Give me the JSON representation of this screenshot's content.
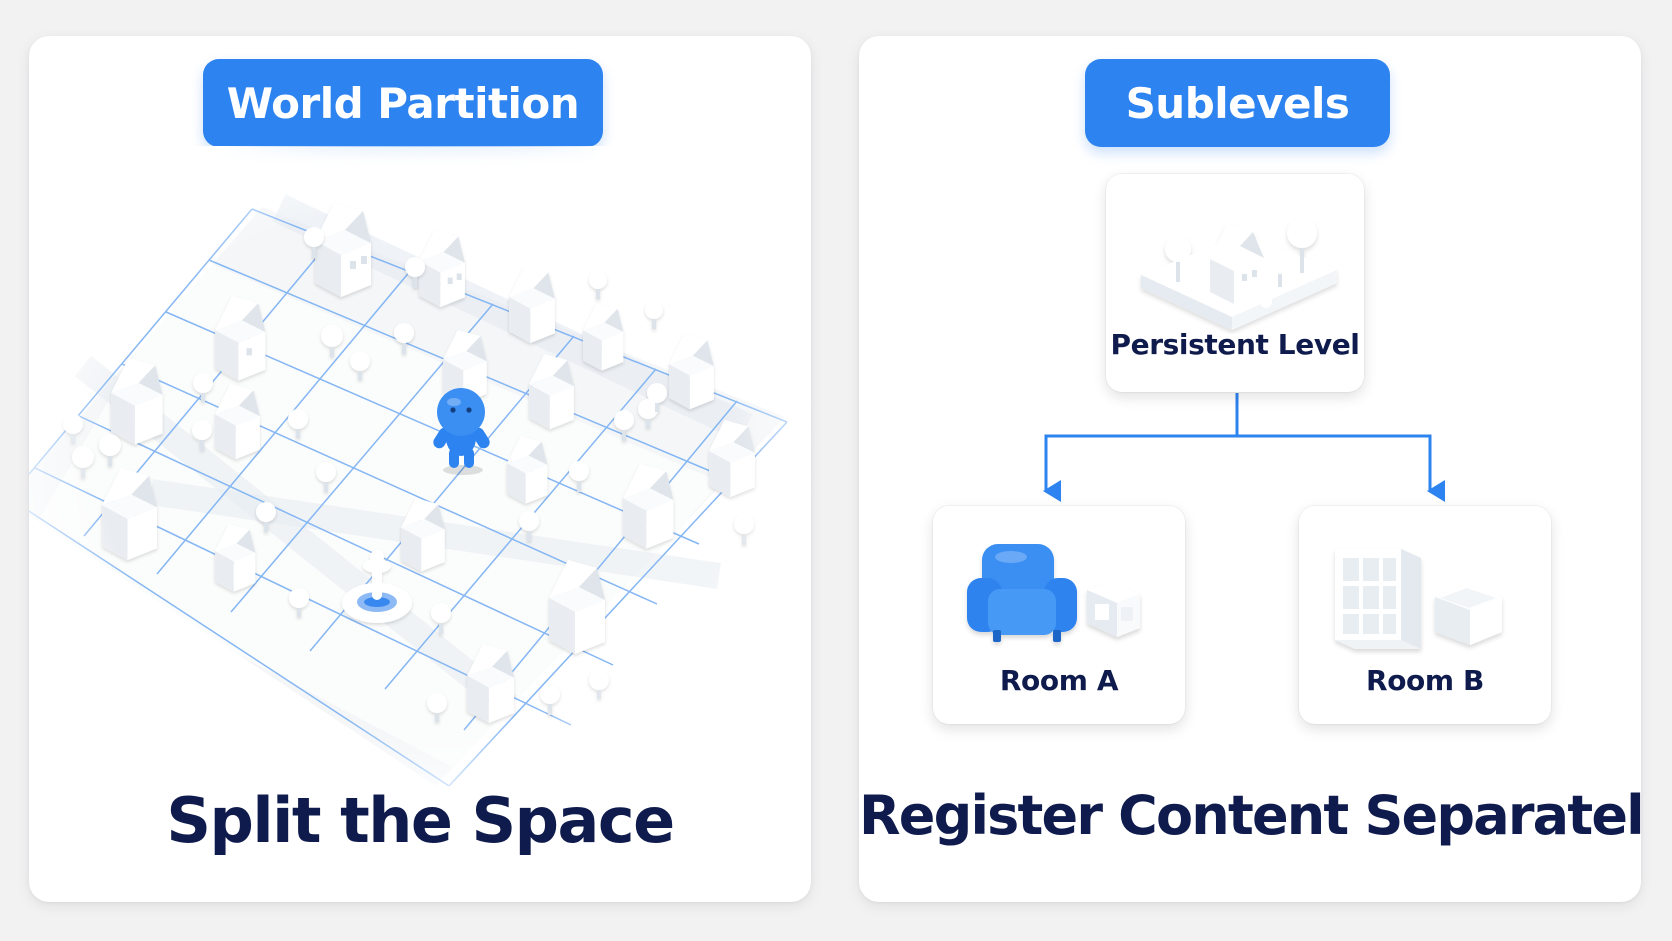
{
  "left_panel": {
    "pill_label": "World Partition",
    "title": "Split the Space",
    "character_color": "#2d83ef",
    "grid_color": "#7fb3f3"
  },
  "right_panel": {
    "pill_label": "Sublevels",
    "title": "Register Content Separately",
    "root": {
      "label": "Persistent Level",
      "icon": "house-diorama-icon"
    },
    "children": [
      {
        "label": "Room A",
        "icon": "armchair-icon"
      },
      {
        "label": "Room B",
        "icon": "shelf-icon"
      }
    ],
    "connector_color": "#2d83ef"
  }
}
